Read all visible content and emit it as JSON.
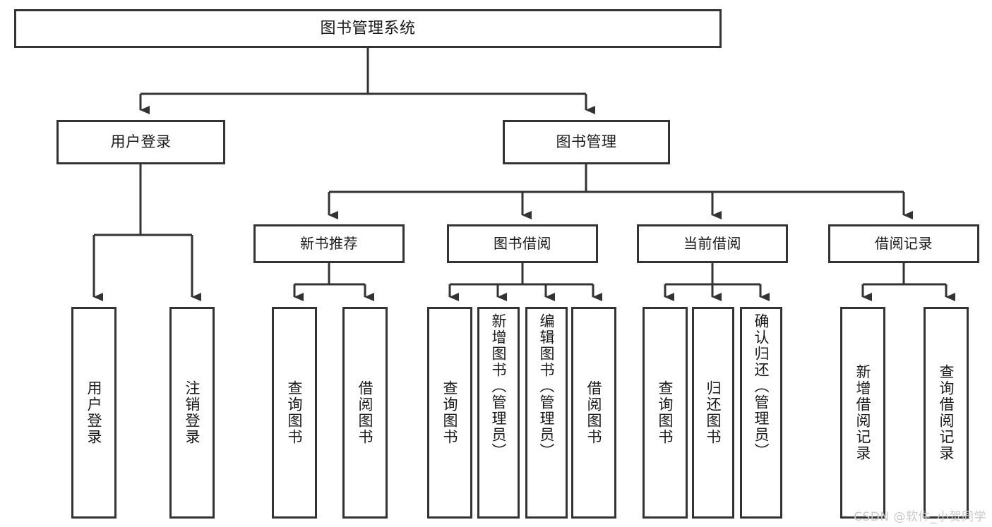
{
  "diagram": {
    "type": "tree-hierarchy",
    "title": "图书管理系统",
    "orientation": "top-down",
    "colors": {
      "box_border": "#333333",
      "box_fill": "#ffffff",
      "connector": "#333333",
      "background": "#ffffff",
      "watermark": "#c9c9c9"
    },
    "nodes": {
      "root": {
        "label": "图书管理系统"
      },
      "tier1": [
        {
          "id": "user-login",
          "label": "用户登录"
        },
        {
          "id": "book-manage",
          "label": "图书管理"
        }
      ],
      "tier2": [
        {
          "id": "new-book-recommend",
          "label": "新书推荐"
        },
        {
          "id": "book-borrow",
          "label": "图书借阅"
        },
        {
          "id": "current-borrow",
          "label": "当前借阅"
        },
        {
          "id": "borrow-record",
          "label": "借阅记录"
        }
      ],
      "leaves": {
        "user_login": [
          {
            "id": "leaf-user-login",
            "label": "用户登录"
          },
          {
            "id": "leaf-logout-login",
            "label": "注销登录"
          }
        ],
        "new_book_recommend": [
          {
            "id": "leaf-query-book-1",
            "label": "查询图书"
          },
          {
            "id": "leaf-borrow-book-1",
            "label": "借阅图书"
          }
        ],
        "book_borrow": [
          {
            "id": "leaf-query-book-2",
            "label": "查询图书"
          },
          {
            "id": "leaf-add-book",
            "label": "新增图书（管理员）"
          },
          {
            "id": "leaf-edit-book",
            "label": "编辑图书（管理员）"
          },
          {
            "id": "leaf-borrow-book-2",
            "label": "借阅图书"
          }
        ],
        "current_borrow": [
          {
            "id": "leaf-query-book-3",
            "label": "查询图书"
          },
          {
            "id": "leaf-return-book",
            "label": "归还图书"
          },
          {
            "id": "leaf-confirm-return",
            "label": "确认归还（管理员）"
          }
        ],
        "borrow_record": [
          {
            "id": "leaf-add-record",
            "label": "新增借阅记录"
          },
          {
            "id": "leaf-query-record",
            "label": "查询借阅记录"
          }
        ]
      }
    }
  },
  "watermark": {
    "text": "CSDN @软件_小贺同学"
  }
}
